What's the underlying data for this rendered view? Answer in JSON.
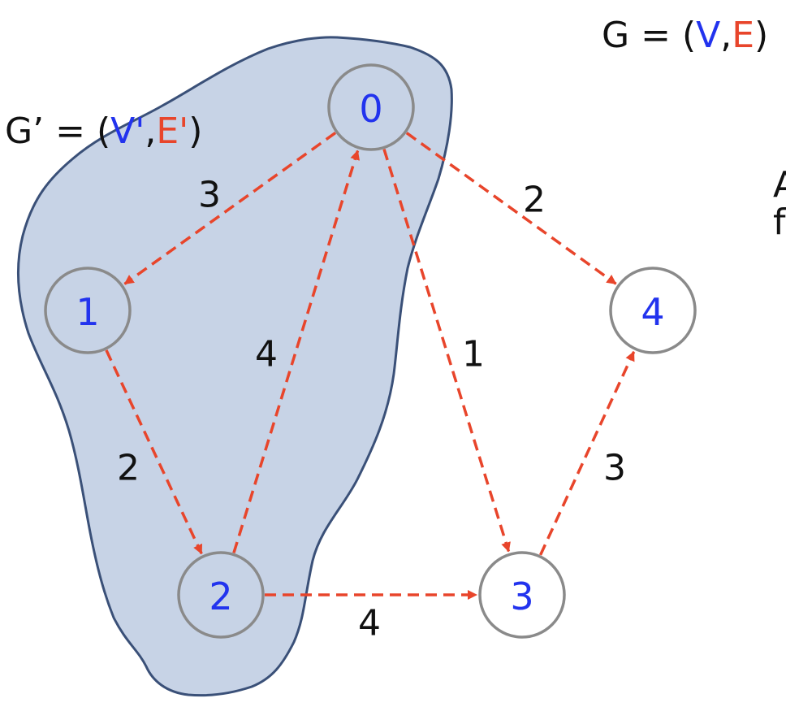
{
  "graph_label": {
    "name": "G",
    "equals": " = ",
    "open": "(",
    "vertex_set": "V",
    "comma": ",",
    "edge_set": "E",
    "close": ")"
  },
  "subgraph_label": {
    "name": "G’",
    "equals": " = ",
    "open": "(",
    "vertex_set": "V'",
    "comma": ",",
    "edge_set": "E'",
    "close": ")"
  },
  "cut_off_text": [
    "A",
    "f"
  ],
  "colors": {
    "vertex_text": "#2233ee",
    "edge": "#e8452b",
    "node_stroke": "#8a8a8a",
    "region_fill": "#c7d3e6",
    "region_stroke": "#3a5078",
    "text": "#111111"
  },
  "nodes": [
    {
      "id": "0",
      "label": "0",
      "in_subgraph": true
    },
    {
      "id": "1",
      "label": "1",
      "in_subgraph": true
    },
    {
      "id": "2",
      "label": "2",
      "in_subgraph": true
    },
    {
      "id": "3",
      "label": "3",
      "in_subgraph": false
    },
    {
      "id": "4",
      "label": "4",
      "in_subgraph": false
    }
  ],
  "edges": [
    {
      "from": "0",
      "to": "1",
      "weight": "3",
      "style": "dashed"
    },
    {
      "from": "0",
      "to": "4",
      "weight": "2",
      "style": "dashed"
    },
    {
      "from": "0",
      "to": "3",
      "weight": "1",
      "style": "dashed"
    },
    {
      "from": "1",
      "to": "2",
      "weight": "2",
      "style": "dashed"
    },
    {
      "from": "2",
      "to": "0",
      "weight": "4",
      "style": "dashed"
    },
    {
      "from": "2",
      "to": "3",
      "weight": "4",
      "style": "dashed"
    },
    {
      "from": "3",
      "to": "4",
      "weight": "3",
      "style": "dashed"
    }
  ]
}
